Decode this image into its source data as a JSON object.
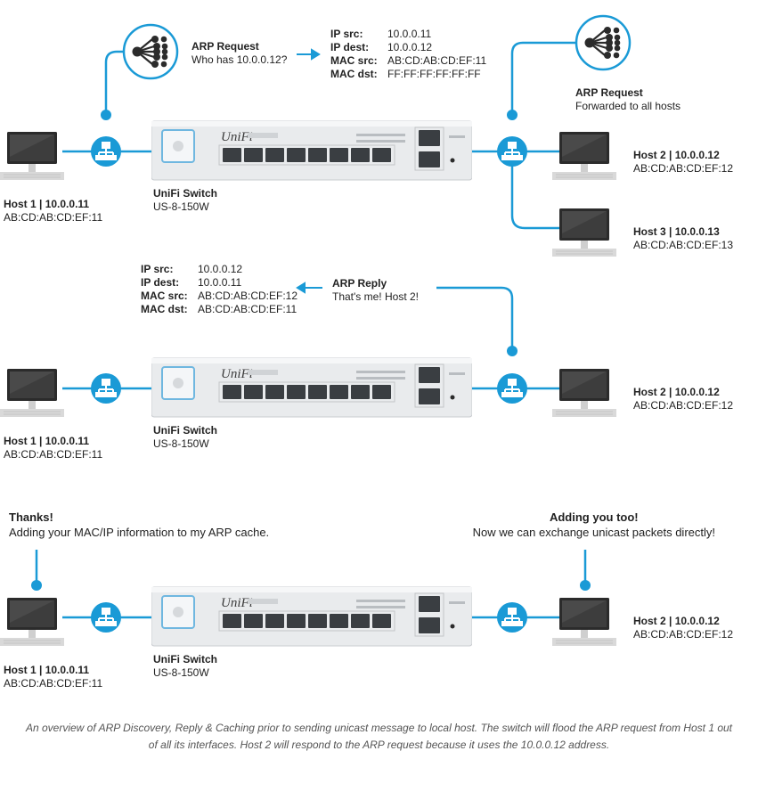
{
  "panel1": {
    "host1": {
      "title": "Host 1 | 10.0.0.11",
      "mac": "AB:CD:AB:CD:EF:11"
    },
    "host2": {
      "title": "Host 2 | 10.0.0.12",
      "mac": "AB:CD:AB:CD:EF:12"
    },
    "host3": {
      "title": "Host 3 | 10.0.0.13",
      "mac": "AB:CD:AB:CD:EF:13"
    },
    "switch": {
      "name": "UniFi Switch",
      "model": "US-8-150W"
    },
    "request": {
      "title": "ARP Request",
      "text": "Who has 10.0.0.12?"
    },
    "forwarded": {
      "title": "ARP Request",
      "text": "Forwarded to all hosts"
    },
    "packet": [
      {
        "key": "IP src:",
        "value": "10.0.0.11"
      },
      {
        "key": "IP dest:",
        "value": "10.0.0.12"
      },
      {
        "key": "MAC src:",
        "value": "AB:CD:AB:CD:EF:11"
      },
      {
        "key": "MAC dst:",
        "value": "FF:FF:FF:FF:FF:FF"
      }
    ]
  },
  "panel2": {
    "host1": {
      "title": "Host 1 | 10.0.0.11",
      "mac": "AB:CD:AB:CD:EF:11"
    },
    "host2": {
      "title": "Host 2 | 10.0.0.12",
      "mac": "AB:CD:AB:CD:EF:12"
    },
    "switch": {
      "name": "UniFi Switch",
      "model": "US-8-150W"
    },
    "reply": {
      "title": "ARP Reply",
      "text": "That's me! Host 2!"
    },
    "packet": [
      {
        "key": "IP src:",
        "value": "10.0.0.12"
      },
      {
        "key": "IP dest:",
        "value": "10.0.0.11"
      },
      {
        "key": "MAC src:",
        "value": "AB:CD:AB:CD:EF:12"
      },
      {
        "key": "MAC dst:",
        "value": "AB:CD:AB:CD:EF:11"
      }
    ]
  },
  "panel3": {
    "host1": {
      "title": "Host 1 | 10.0.0.11",
      "mac": "AB:CD:AB:CD:EF:11"
    },
    "host2": {
      "title": "Host 2 | 10.0.0.12",
      "mac": "AB:CD:AB:CD:EF:12"
    },
    "switch": {
      "name": "UniFi Switch",
      "model": "US-8-150W"
    },
    "left_note": {
      "title": "Thanks!",
      "text": "Adding your MAC/IP information to my ARP cache."
    },
    "right_note": {
      "title": "Adding you too!",
      "text": "Now we can exchange unicast packets directly!"
    }
  },
  "switch_brand": "UniFi",
  "caption": "An overview of ARP Discovery, Reply & Caching prior to sending unicast message to local host. The switch will flood the ARP request from Host 1 out of all its interfaces. Host 2 will respond to the ARP request because it uses the 10.0.0.12 address.",
  "colors": {
    "accent": "#1a9ad6",
    "switch_body": "#eef0f2",
    "monitor": "#2b2b2b"
  }
}
